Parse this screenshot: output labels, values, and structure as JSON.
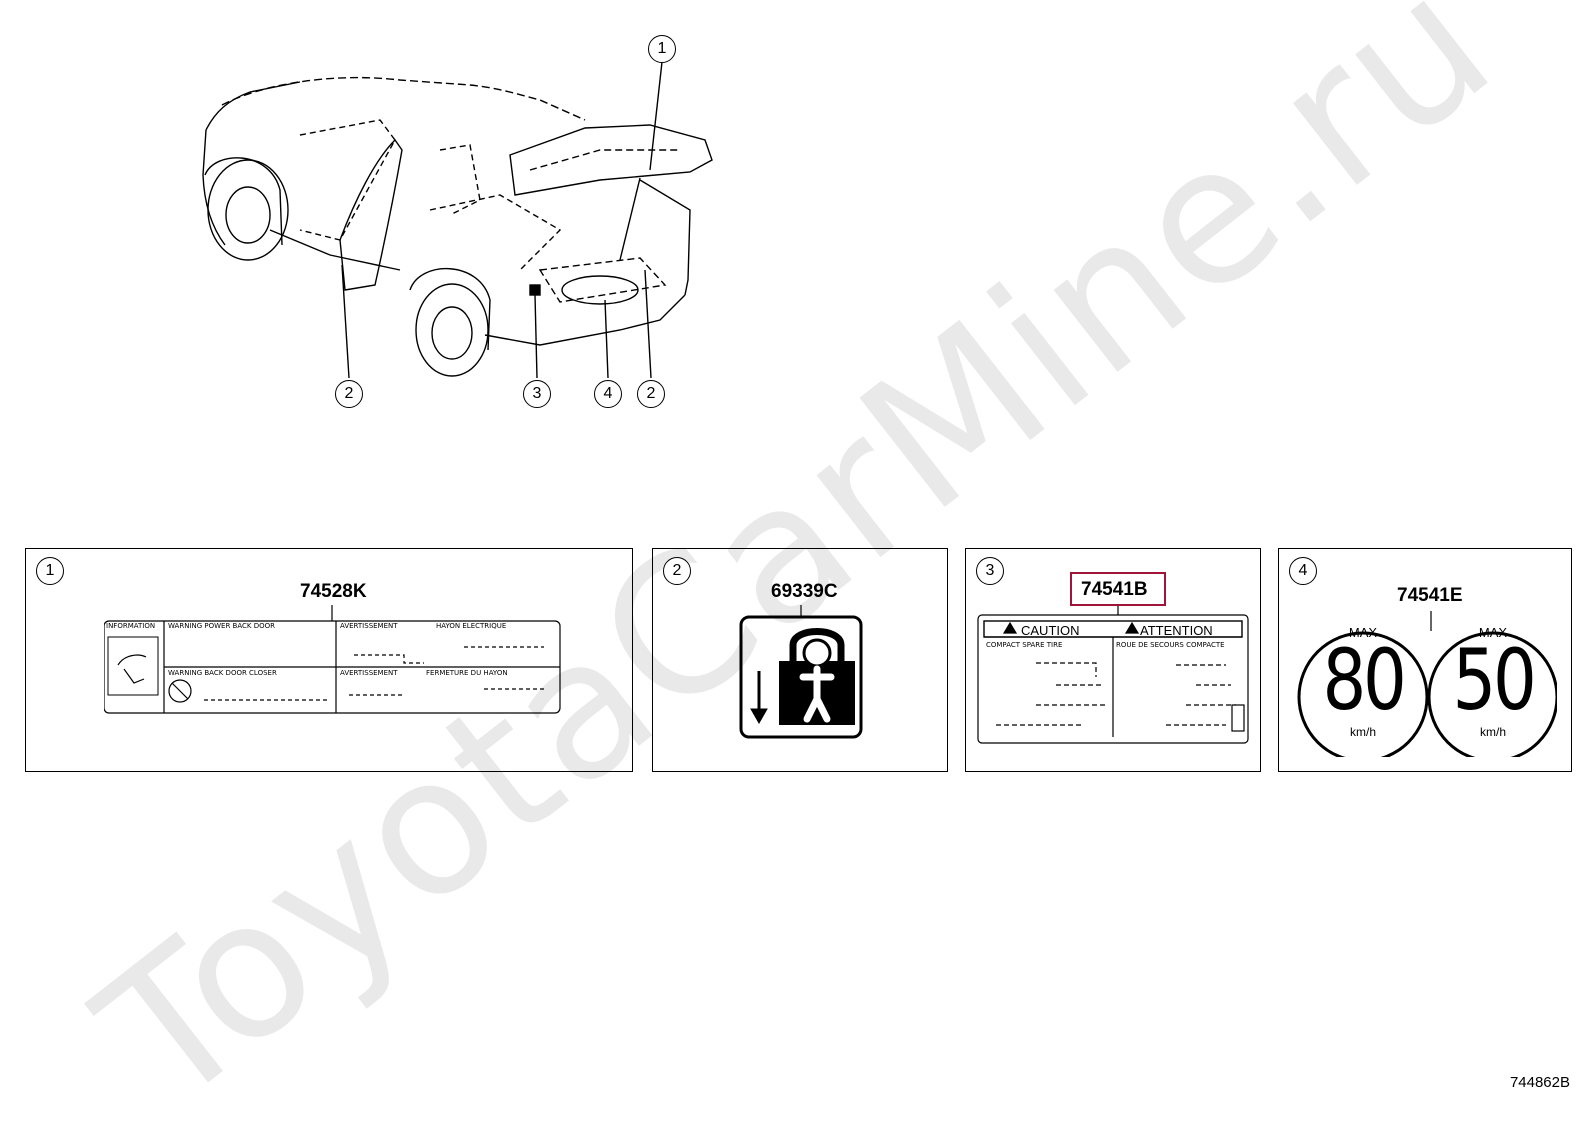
{
  "watermark": "ToyotaCarMine.ru",
  "diagram_callouts": [
    "1",
    "2",
    "3",
    "4",
    "2"
  ],
  "panels": [
    {
      "callout": "1",
      "part_number": "74528K",
      "label": {
        "information": "INFORMATION",
        "warning1": "WARNING POWER BACK DOOR",
        "avert1": "AVERTISSEMENT",
        "fr1": "HAYON ELECTRIQUE",
        "warning2": "WARNING BACK DOOR CLOSER",
        "avert2": "AVERTISSEMENT",
        "fr2": "FERMETURE DU HAYON"
      }
    },
    {
      "callout": "2",
      "part_number": "69339C"
    },
    {
      "callout": "3",
      "part_number": "74541B",
      "label": {
        "caution": "CAUTION",
        "attention": "ATTENTION",
        "left_head": "COMPACT SPARE TIRE",
        "right_head": "ROUE DE SECOURS COMPACTE"
      }
    },
    {
      "callout": "4",
      "part_number": "74541E",
      "signs": [
        {
          "max": "MAX",
          "speed": "80",
          "unit": "km/h"
        },
        {
          "max": "MAX",
          "speed": "50",
          "unit": "km/h"
        }
      ]
    }
  ],
  "footer_code": "744862B",
  "colors": {
    "highlight": "#a0143a",
    "watermark": "#e9e9e9"
  }
}
